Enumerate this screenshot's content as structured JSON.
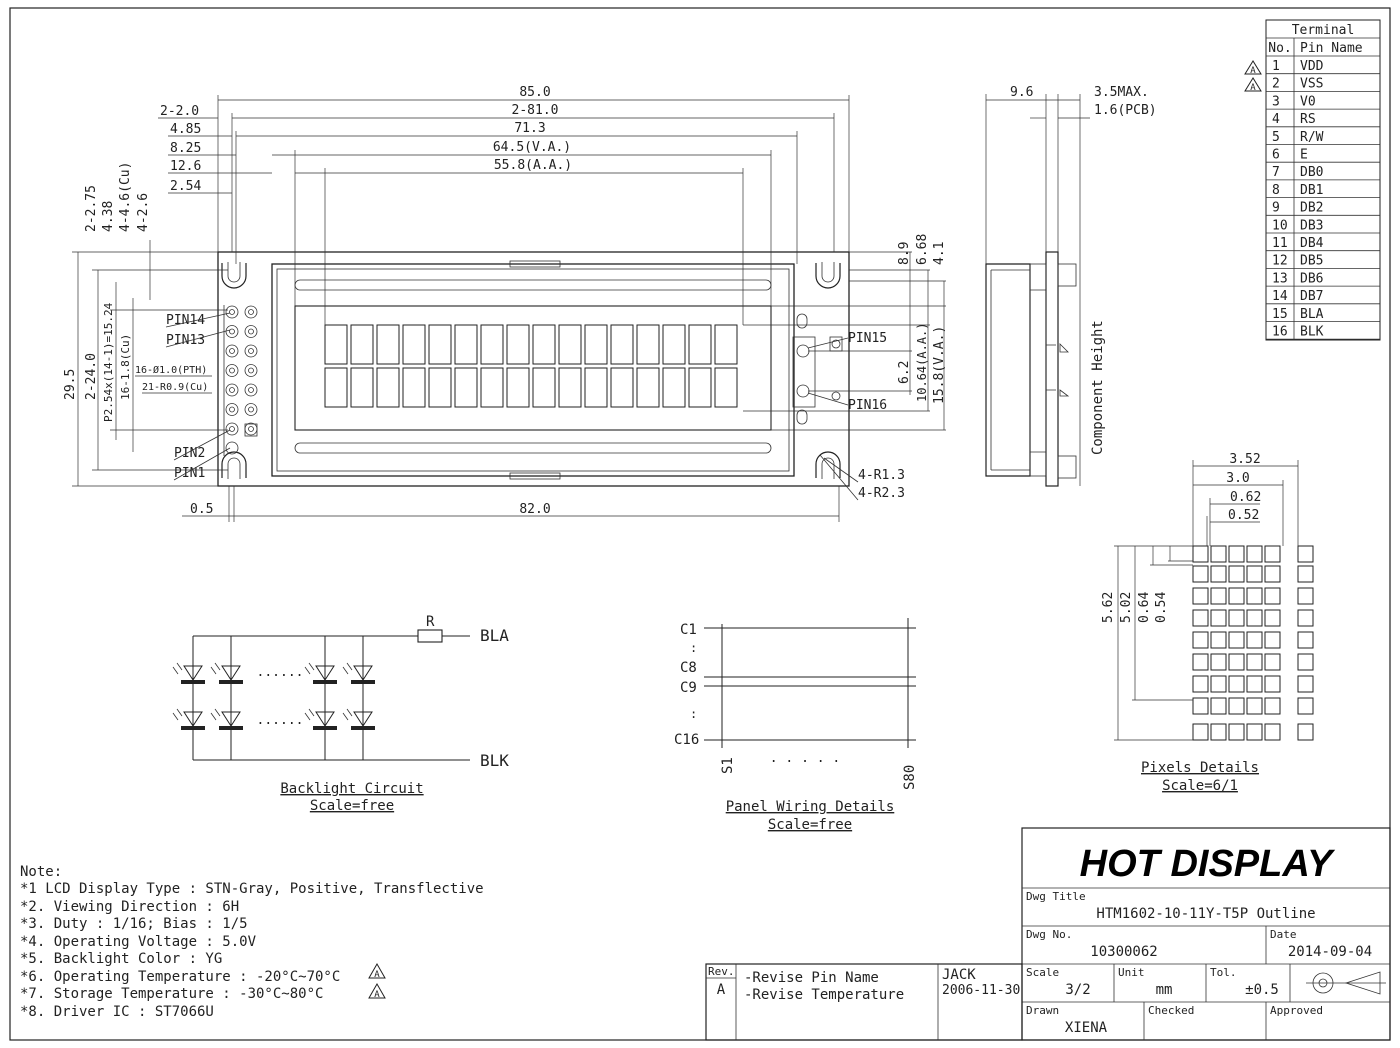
{
  "terminal": {
    "header": "Terminal",
    "col_no": "No.",
    "col_pin": "Pin Name",
    "rows": [
      {
        "no": "1",
        "pin": "VDD"
      },
      {
        "no": "2",
        "pin": "VSS"
      },
      {
        "no": "3",
        "pin": "V0"
      },
      {
        "no": "4",
        "pin": "RS"
      },
      {
        "no": "5",
        "pin": "R/W"
      },
      {
        "no": "6",
        "pin": "E"
      },
      {
        "no": "7",
        "pin": "DB0"
      },
      {
        "no": "8",
        "pin": "DB1"
      },
      {
        "no": "9",
        "pin": "DB2"
      },
      {
        "no": "10",
        "pin": "DB3"
      },
      {
        "no": "11",
        "pin": "DB4"
      },
      {
        "no": "12",
        "pin": "DB5"
      },
      {
        "no": "13",
        "pin": "DB6"
      },
      {
        "no": "14",
        "pin": "DB7"
      },
      {
        "no": "15",
        "pin": "BLA"
      },
      {
        "no": "16",
        "pin": "BLK"
      }
    ],
    "revision_marks": [
      "A",
      "A"
    ]
  },
  "front_view": {
    "dim_top": [
      "85.0",
      "2-81.0",
      "71.3",
      "64.5(V.A.)",
      "55.8(A.A.)"
    ],
    "dim_left_top": [
      "2-2.0",
      "4.85",
      "8.25",
      "12.6",
      "2.54"
    ],
    "dim_left_vertical": [
      "2-2.75",
      "4.38",
      "4-4.6(Cu)",
      "4-2.6"
    ],
    "dim_left_side": [
      "29.5",
      "2-24.0",
      "P2.54x(14-1)=15.24",
      "16-1.8(Cu)"
    ],
    "hole_labels": [
      "16-Ø1.0(PTH)",
      "21-R0.9(Cu)"
    ],
    "pins_left": [
      "PIN14",
      "PIN13",
      "PIN2",
      "PIN1"
    ],
    "pins_right": [
      "PIN15",
      "PIN16"
    ],
    "dim_right": [
      "8.9",
      "6.68",
      "4.1",
      "6.2",
      "10.64(A.A.)",
      "15.8(V.A.)"
    ],
    "radius_labels": [
      "4-R1.3",
      "4-R2.3"
    ],
    "dim_bottom": [
      "0.5",
      "82.0"
    ]
  },
  "side_view": {
    "dims": [
      "9.6",
      "3.5MAX.",
      "1.6(PCB)"
    ],
    "component_label": "Component Height"
  },
  "pixels": {
    "dims_top": [
      "3.52",
      "3.0",
      "0.62",
      "0.52"
    ],
    "dims_side": [
      "5.62",
      "5.02",
      "0.64",
      "0.54"
    ],
    "title": "Pixels Details",
    "scale": "Scale=6/1"
  },
  "backlight": {
    "resistor": "R",
    "anode": "BLA",
    "cathode": "BLK",
    "dots": "......",
    "title": "Backlight Circuit",
    "scale": "Scale=free"
  },
  "panel": {
    "rows": [
      "C1",
      ":",
      "C8",
      "C9",
      ":",
      "C16"
    ],
    "cols": [
      "S1",
      "S80"
    ],
    "dots": ". . . . .",
    "title": "Panel Wiring Details",
    "scale": "Scale=free"
  },
  "notes": {
    "heading": "Note:",
    "items": [
      "*1 LCD Display Type : STN-Gray, Positive, Transflective",
      "*2. Viewing Direction : 6H",
      "*3. Duty : 1/16; Bias : 1/5",
      "*4. Operating Voltage : 5.0V",
      "*5. Backlight Color : YG",
      "*6. Operating Temperature : -20°C~70°C",
      "*7. Storage Temperature : -30°C~80°C",
      "*8. Driver IC : ST7066U"
    ],
    "revision_marks": [
      "A",
      "A"
    ]
  },
  "title_block": {
    "company": "HOT DISPLAY",
    "dwg_title_label": "Dwg Title",
    "dwg_title": "HTM1602-10-11Y-T5P Outline",
    "dwg_no_label": "Dwg No.",
    "dwg_no": "10300062",
    "date_label": "Date",
    "date": "2014-09-04",
    "scale_label": "Scale",
    "scale": "3/2",
    "unit_label": "Unit",
    "unit": "mm",
    "tol_label": "Tol.",
    "tol": "±0.5",
    "drawn_label": "Drawn",
    "drawn": "XIENA",
    "checked_label": "Checked",
    "approved_label": "Approved"
  },
  "revision": {
    "rev_label": "Rev.",
    "rev": "A",
    "changes": [
      "-Revise Pin Name",
      "-Revise Temperature"
    ],
    "author": "JACK",
    "date": "2006-11-30"
  }
}
